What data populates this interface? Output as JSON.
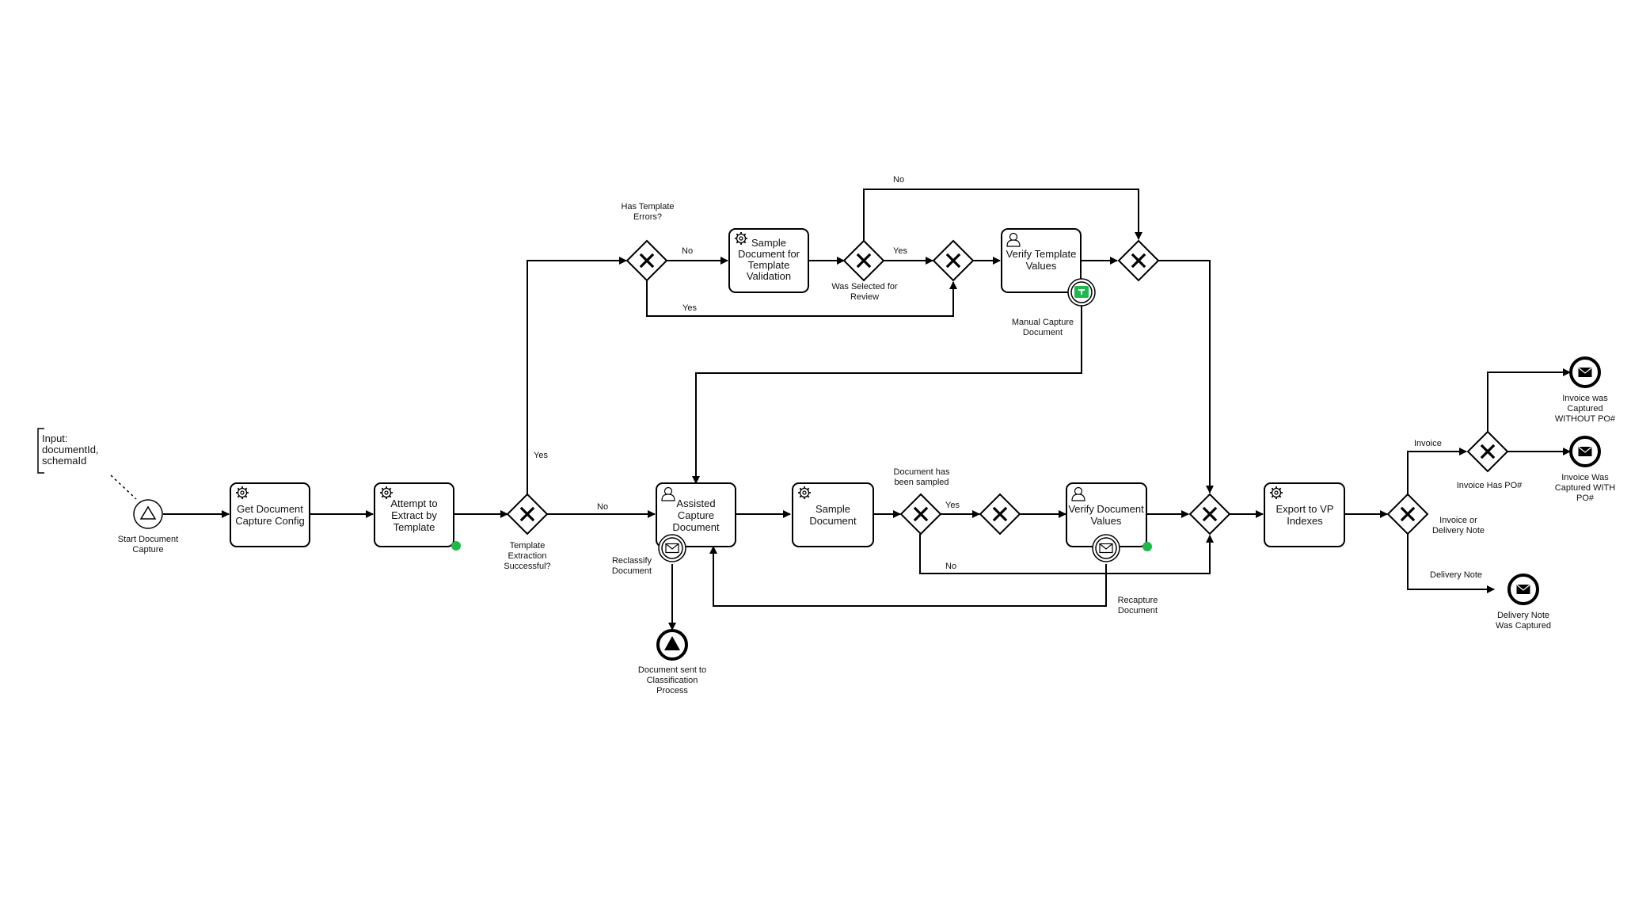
{
  "diagram": {
    "annotation": {
      "lines": [
        "Input:",
        "documentId,",
        "schemaId"
      ]
    },
    "tasks": {
      "get_config": {
        "lines": [
          "Get Document",
          "Capture Config"
        ],
        "kind": "service"
      },
      "attempt_extract": {
        "lines": [
          "Attempt to",
          "Extract by",
          "Template"
        ],
        "kind": "service"
      },
      "sample_template": {
        "lines": [
          "Sample",
          "Document for",
          "Template",
          "Validation"
        ],
        "kind": "service"
      },
      "verify_template": {
        "lines": [
          "Verify Template",
          "Values"
        ],
        "kind": "user"
      },
      "assisted_capture": {
        "lines": [
          "Assisted",
          "Capture",
          "Document"
        ],
        "kind": "user"
      },
      "sample_document": {
        "lines": [
          "Sample",
          "Document"
        ],
        "kind": "service"
      },
      "verify_document": {
        "lines": [
          "Verify Document",
          "Values"
        ],
        "kind": "user"
      },
      "export_vp": {
        "lines": [
          "Export to VP",
          "Indexes"
        ],
        "kind": "service"
      }
    },
    "events": {
      "start": {
        "lines": [
          "Start Document",
          "Capture"
        ],
        "kind": "start-signal"
      },
      "classification": {
        "lines": [
          "Document sent to",
          "Classification",
          "Process"
        ],
        "kind": "end-signal"
      },
      "invoice_without_po": {
        "lines": [
          "Invoice was",
          "Captured",
          "WITHOUT PO#"
        ],
        "kind": "end-message"
      },
      "invoice_with_po": {
        "lines": [
          "Invoice Was",
          "Captured WITH",
          "PO#"
        ],
        "kind": "end-message"
      },
      "delivery_note": {
        "lines": [
          "Delivery Note",
          "Was Captured"
        ],
        "kind": "end-message"
      }
    },
    "boundary_labels": {
      "manual_capture": [
        "Manual Capture",
        "Document"
      ],
      "reclassify": [
        "Reclassify",
        "Document"
      ],
      "recapture": [
        "Recapture",
        "Document"
      ]
    },
    "gateway_labels": {
      "template_success": [
        "Template",
        "Extraction",
        "Successful?"
      ],
      "has_template_errors": [
        "Has Template",
        "Errors?"
      ],
      "was_selected": [
        "Was Selected for",
        "Review"
      ],
      "document_sampled": [
        "Document has",
        "been sampled"
      ],
      "invoice_or_delivery": [
        "Invoice or",
        "Delivery Note"
      ],
      "invoice_has_po": [
        "Invoice Has PO#"
      ]
    },
    "flow_labels": {
      "yes_up": "Yes",
      "no_extract": "No",
      "no_errors": "No",
      "yes_errors": "Yes",
      "yes_selected": "Yes",
      "no_selected": "No",
      "yes_sampled": "Yes",
      "no_sampled": "No",
      "invoice": "Invoice",
      "delivery_note": "Delivery Note"
    },
    "colors": {
      "stroke": "#000000",
      "marker_green": "#1fb84a",
      "background": "#ffffff"
    }
  }
}
